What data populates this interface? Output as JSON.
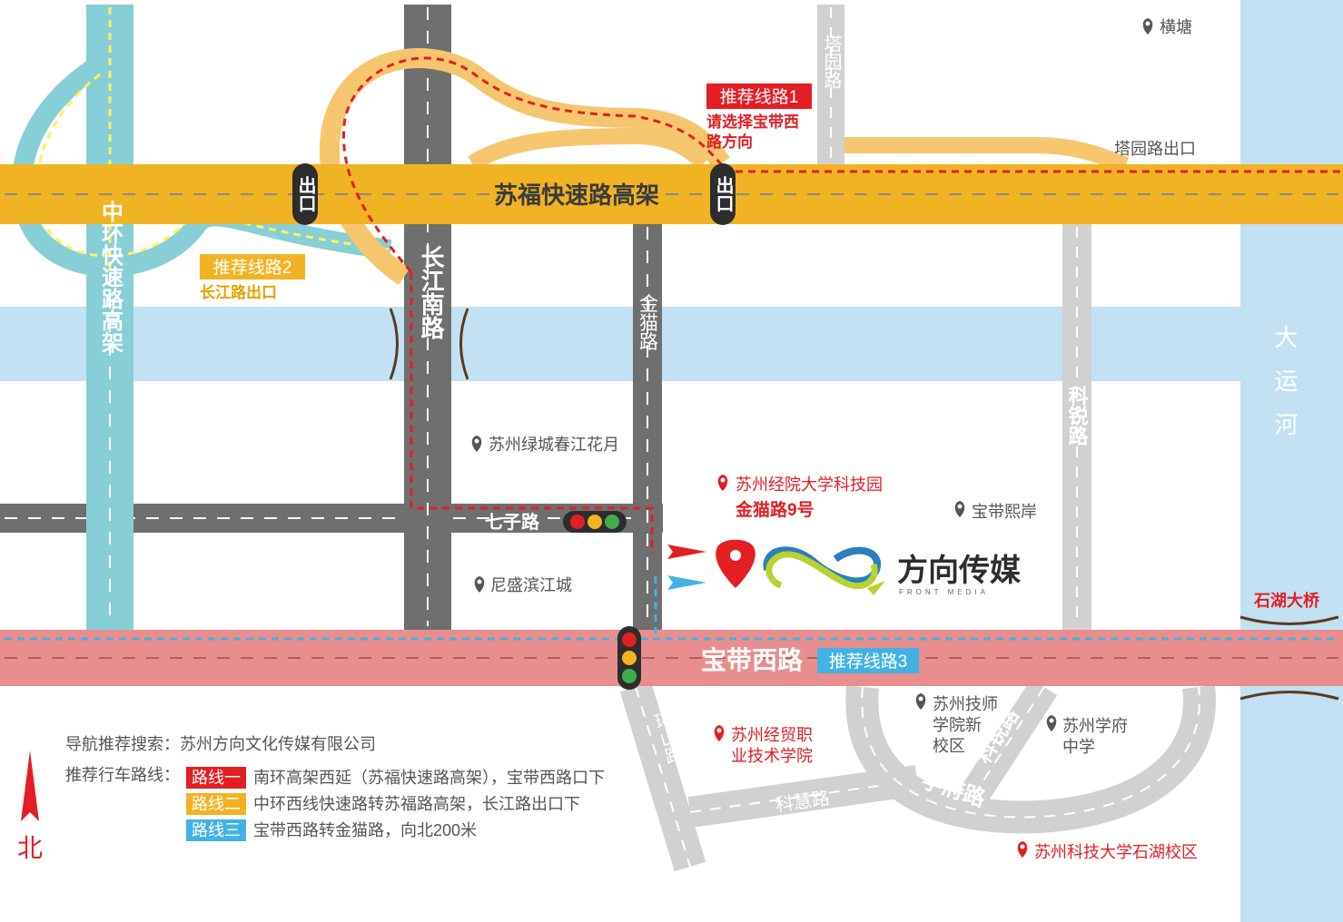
{
  "roads": {
    "sufu": "苏福快速路高架",
    "zhonghuan": "中环快速路高架",
    "changjiang": "长江南路",
    "jinmao": "金猫路",
    "tayuan": "塔园路",
    "kerui": "科锐路",
    "qizi": "七子路",
    "baodai": "宝带西路",
    "huanshan": "环山路",
    "kehui": "科慧路",
    "xuefu": "学府路",
    "kerui_south": "科锐路"
  },
  "river": {
    "name": "大运河",
    "bridge": "石湖大桥"
  },
  "exits": {
    "exit1": "出口",
    "exit2": "出口",
    "tayuan_exit": "塔园路出口"
  },
  "routes": {
    "route1_title": "推荐线路1",
    "route1_note_line1": "请选择宝带西",
    "route1_note_line2": "路方向",
    "route2_title": "推荐线路2",
    "route2_note": "长江路出口",
    "route3_title": "推荐线路3"
  },
  "places": {
    "hengtang": "横塘",
    "lvcheng": "苏州绿城春江花月",
    "nisheng": "尼盛滨江城",
    "baodaixian": "宝带熙岸",
    "target_name": "苏州经院大学科技园",
    "target_address": "金猫路9号",
    "jingmao_line1": "苏州经贸职",
    "jingmao_line2": "业技术学院",
    "jishi_line1": "苏州技师",
    "jishi_line2": "学院新",
    "jishi_line3": "校区",
    "xuefu_school_line1": "苏州学府",
    "xuefu_school_line2": "中学",
    "sust": "苏州科技大学石湖校区"
  },
  "logo": {
    "cn": "方向传媒",
    "en": "FRONT MEDIA"
  },
  "legend": {
    "search": "导航推荐搜索：苏州方向文化传媒有限公司",
    "label": "推荐行车路线：",
    "items": [
      {
        "tag": "路线一",
        "desc": "南环高架西延（苏福快速路高架），宝带西路口下",
        "color": "#e31e24"
      },
      {
        "tag": "路线二",
        "desc": "中环西线快速路转苏福路高架，长江路出口下",
        "color": "#f0b323"
      },
      {
        "tag": "路线三",
        "desc": "宝带西路转金猫路，向北200米",
        "color": "#41b2e3"
      }
    ]
  },
  "north": "北",
  "colors": {
    "expressway": "#f0b323",
    "ramp": "#f6c66f",
    "ring": "#88ced6",
    "river": "#c2e1f2",
    "gray_road": "#6f6f6f",
    "light_road": "#d1d1d2",
    "main_west": "#e98e8e",
    "route_red": "#e31e24",
    "route_blue": "#41b2e3",
    "route_yellow": "#fff15c"
  }
}
